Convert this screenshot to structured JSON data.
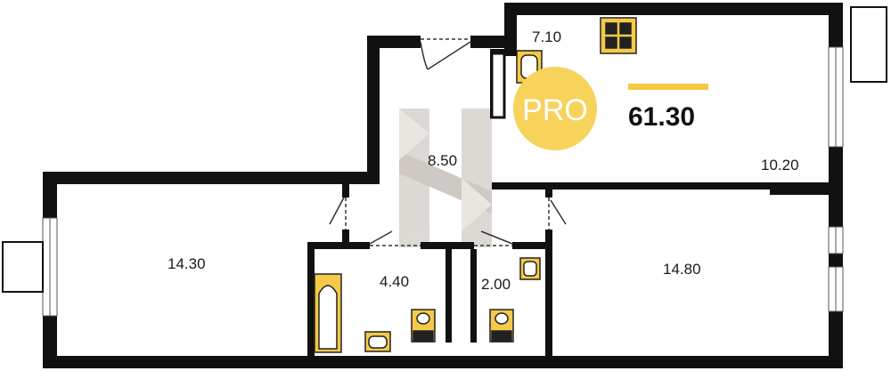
{
  "plan": {
    "total_area": "61.30",
    "badge": "PRO",
    "rooms": [
      {
        "id": "kitchen-corner",
        "label": "7.10"
      },
      {
        "id": "kitchen",
        "label": "10.20"
      },
      {
        "id": "hall",
        "label": "8.50"
      },
      {
        "id": "living-left",
        "label": "14.30"
      },
      {
        "id": "bedroom-right",
        "label": "14.80"
      },
      {
        "id": "bathroom",
        "label": "4.40"
      },
      {
        "id": "wc",
        "label": "2.00"
      }
    ]
  },
  "colors": {
    "wall": "#111111",
    "fixture_fill": "#f7c948",
    "fixture_stroke": "#222222",
    "badge": "#f7d35c",
    "accent_bar": "#f5c842",
    "watermark": "#d8d4cf"
  }
}
